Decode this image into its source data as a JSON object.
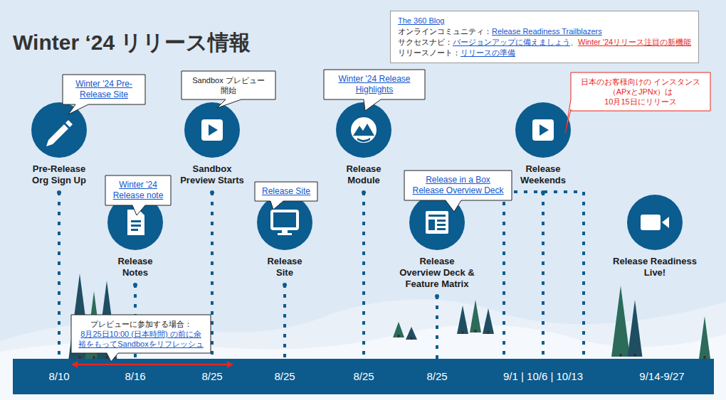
{
  "diagram": {
    "title": "Winter ‘24 リリース情報",
    "nodes": [
      {
        "text": [
          "The 360 Blog",
          "オンラインコミュニティ：",
          "Release Readiness Trailblazers",
          "サクセスナビ：",
          "バージョンアップに備えましょう",
          "、",
          "Winter '24リリース注目の新機能",
          "リリースノート：",
          "リリースの準備"
        ]
      },
      {
        "text": [
          "Winter '24 Pre-Release Site"
        ]
      },
      {
        "text": [
          "Sandbox プレビュー 開始"
        ]
      },
      {
        "text": [
          "Winter '24 Release Highlights"
        ]
      },
      {
        "text": [
          "日本のお客様向けの インスタンス（APxとJPNx）は 10月15日にリリース"
        ]
      },
      {
        "text": [
          "Pre-Release Org Sign Up"
        ]
      },
      {
        "text": [
          "Sandbox Preview Starts"
        ]
      },
      {
        "text": [
          "Release Module"
        ]
      },
      {
        "text": [
          "Release Weekends"
        ]
      },
      {
        "text": [
          "Winter '24 Release note"
        ]
      },
      {
        "text": [
          "Release Site"
        ]
      },
      {
        "text": [
          "Release in a Box",
          "Release Overview Deck"
        ]
      },
      {
        "text": [
          "Release Notes"
        ]
      },
      {
        "text": [
          "Release Site"
        ]
      },
      {
        "text": [
          "Release Overview Deck & Feature Matrix"
        ]
      },
      {
        "text": [
          "Release Readiness Live!"
        ]
      },
      {
        "text": [
          "プレビューに参加する場合：",
          "8月25日10:00 (日本時間) の前に余裕をもってSandboxをリフレッシュ"
        ]
      },
      {
        "text": [
          "8/10",
          "8/16",
          "8/25",
          "8/25",
          "8/25",
          "8/25",
          "9/1 | 10/6 | 10/13",
          "9/14-9/27"
        ]
      }
    ],
    "edges": [
      {
        "from": 5,
        "to": 17,
        "arrow": "none"
      },
      {
        "from": 12,
        "to": 17,
        "arrow": "none"
      },
      {
        "from": 6,
        "to": 17,
        "arrow": "none"
      },
      {
        "from": 13,
        "to": 17,
        "arrow": "none"
      },
      {
        "from": 7,
        "to": 17,
        "arrow": "none"
      },
      {
        "from": 14,
        "to": 17,
        "arrow": "none"
      },
      {
        "from": 8,
        "to": 17,
        "arrow": "none"
      }
    ]
  }
}
